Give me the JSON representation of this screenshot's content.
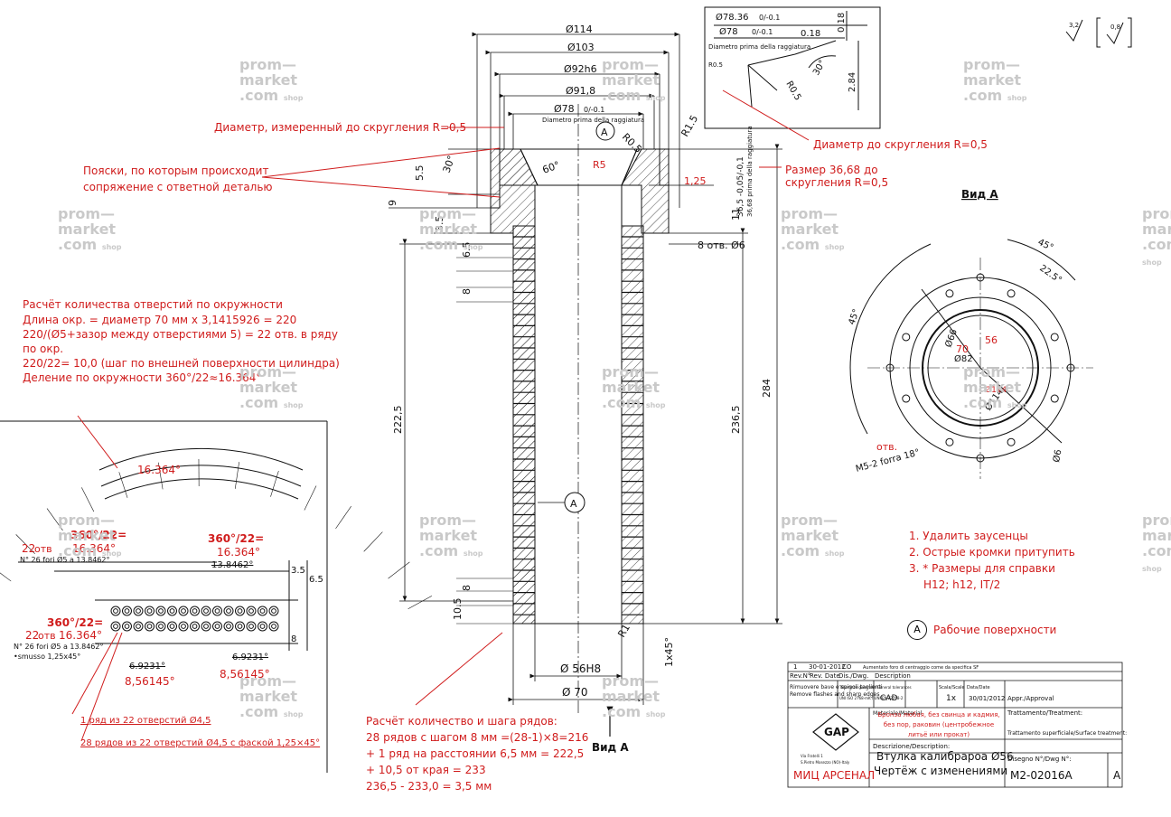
{
  "notes": {
    "diameter_measured": "Диаметр, измеренный до скругления R=0,5",
    "belts_line1": "Пояски, по которым происходит",
    "belts_line2": "сопряжение с ответной деталью",
    "dia_to_round": "Диаметр до скругления R=0,5",
    "size_line1": "Размер 36,68 до",
    "size_line2": "скругления R=0,5",
    "calc_holes": [
      "Расчёт количества отверстий по окружности",
      "Длина окр. = диаметр 70 мм х 3,1415926 = 220",
      "220/(Ø5+зазор между отверстиями 5) = 22 отв. в ряду",
      "по окр.",
      "220/22= 10,0 (шаг по внешней поверхности цилиндра)",
      "Деление по окружности 360°/22≈16.364°"
    ],
    "calc_rows": [
      "Расчёт количество и шага рядов:",
      "28 рядов с шагом 8 мм =(28-1)×8=216",
      "+ 1 ряд на расстоянии 6,5 мм =  222,5",
      "+ 10,5 от края = 233",
      "236,5 - 233,0 = 3,5 мм"
    ],
    "row1": "1 ряд из 22 отверстий Ø4,5",
    "row28": "28 рядов из 22 отверстий Ø4,5 с фаской 1,25×45°",
    "requirements": [
      "1. Удалить заусенцы",
      "2. Острые кромки притупить",
      "3. * Размеры для справки",
      "H12; h12, IT/2"
    ],
    "working_surfaces": "Рабочие поверхности",
    "view_a": "Вид А",
    "holes_label": "отв.",
    "angle_label": "16.364°",
    "angle_formula": "360°/22=",
    "angle_value": "16.364°",
    "holes_count": "22отв.",
    "angle_a": "6.9231°",
    "angle_b": "8,56145°"
  },
  "dimensions": {
    "d114": "Ø114",
    "d103": "Ø103",
    "d92": "Ø92h6",
    "d918": "Ø91,8",
    "d78": "Ø78",
    "d56": "Ø 56H8",
    "d70": "Ø 70",
    "l284": "284",
    "l2365": "236,5",
    "l2225": "222,5",
    "r5": "R5",
    "r15": "R1.5",
    "r05": "R0.5",
    "r1": "R1",
    "a60": "60°",
    "a30": "30°",
    "c125": "1,25",
    "holes8": "8 отв. Ø6",
    "chamfer": "1x45°",
    "h55": "5.5",
    "h9": "9",
    "h35": "3.5",
    "h65": "6.5",
    "h8": "8",
    "h105": "10.5",
    "h11": "11",
    "dim365": "36,5 -0,05/-0,1",
    "dim_sub": "36,68 prima della raggiatura",
    "d7836": "Ø78.36",
    "tol": "0/-0.1",
    "d78b": "Ø78",
    "v018": "0.18",
    "v284": "2.84",
    "circ_a": "A",
    "detail_rule": "Diametro prima della raggiatura",
    "detail_r05": "R0.5",
    "va_d66": "Ø66",
    "va_d82": "Ø82",
    "va_d114": "Ø114",
    "va_70": "70",
    "va_56": "56",
    "va_a225": "22.5°",
    "va_a45": "45°",
    "va_a45b": "45°",
    "va_m5": "M5-2 forra 18°",
    "va_r6": "Ø6"
  },
  "detail": {
    "formula_top": "360°/22=",
    "value_top": "16.364°",
    "count_a": "22",
    "count_a_unit": "отв",
    "note_a": "N° 26 fori Ø5 a 13.8462°",
    "dim_b": "13.8462°",
    "count_b": "22",
    "count_b_unit": "отв",
    "note_b": "N° 26 fori Ø5 a 13.8462°",
    "smusso": "•smusso 1,25x45°",
    "v35": "3.5",
    "v65": "6.5",
    "v8": "8"
  },
  "titleblock": {
    "company": "МИЦ АРСЕНАЛ",
    "logo": "GAP",
    "title_line1": "Втулка калибрароа Ø56",
    "title_line2": "Чертёж с изменениями",
    "drawing_no": "M2-02016A",
    "rev": "A",
    "material": "Бронза любая, без свинца и кадмия, без пор, раковин (центробежное литьё или прокат)",
    "scale": "1x",
    "format": "CAD",
    "header_rev": "Rev.N°",
    "header_date": "Rev. Date",
    "header_dis": "Dis./Dwg.",
    "header_desc": "Description",
    "approval": "Appr./Approval",
    "treatment": "Trattamento/Treatment:",
    "surface": "Trattamento superficiale/Surface treatment:",
    "descr_label": "Descrizione/Description:",
    "dwg_label": "Disegno N°/Dwg N°:",
    "materiale": "Materiale/Material",
    "scale_label": "Scala/Scale",
    "date_label": "Data/Date",
    "date_value": "30/01/2012",
    "remove": "Rimuovere bave e spigoli taglienti",
    "remove_en": "Remove flashes and sharp edges",
    "tolerances": "Tolleranze generali / General tolerances",
    "iso": "UNI ISO 2768-mK / UNI EN 22768-2",
    "address_1": "Via Fratelli 1",
    "address_2": "S.Pietro Mosezzo (NO)-Italy",
    "top_rev": "1",
    "top_date": "30-01-2012",
    "top_author": "CO",
    "top_desc": "Aumentato foro di centraggio come da specifica SF"
  },
  "roughness": {
    "r1": "3,2",
    "r2": "0,8"
  },
  "watermark": {
    "line1": "prom—",
    "line2": "market",
    "line3": ".com",
    "shop": "shop"
  }
}
